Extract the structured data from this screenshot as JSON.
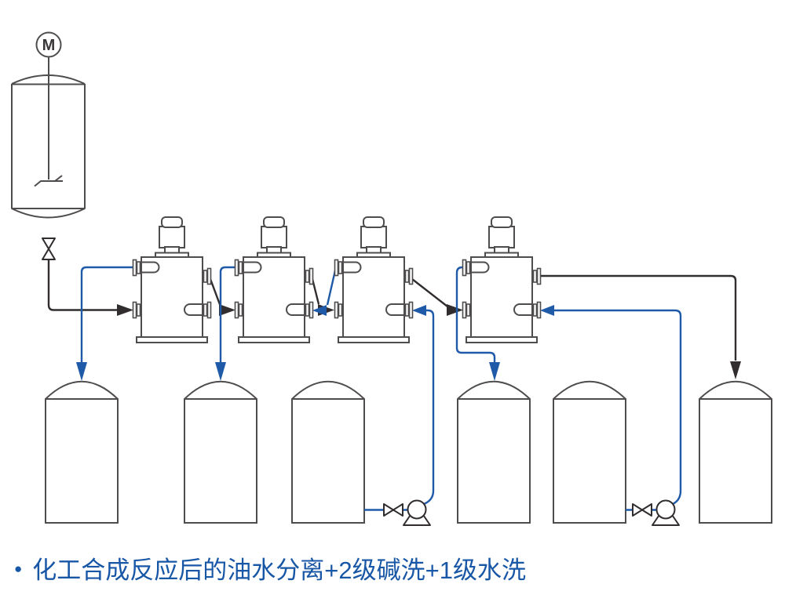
{
  "colors": {
    "equipment_gray": "#4f4c4d",
    "pipe_black": "#312d2e",
    "flow_blue": "#1f5aa9",
    "caption_blue": "#1856a6"
  },
  "reactor": {
    "motor_label": "M"
  },
  "equipment": {
    "reactor": "stirred-reactor",
    "separators": [
      "separator-1",
      "separator-2",
      "separator-3",
      "separator-4"
    ],
    "tanks": [
      "tank-1",
      "tank-2",
      "tank-3",
      "tank-4",
      "tank-5",
      "tank-6"
    ],
    "pumps": [
      "pump-1",
      "pump-2"
    ],
    "valves": [
      "reactor-outlet-valve",
      "pump-1-suction-valve",
      "pump-2-suction-valve"
    ]
  },
  "caption": {
    "bullet": "●",
    "text": "化工合成反应后的油水分离+2级碱洗+1级水洗"
  }
}
